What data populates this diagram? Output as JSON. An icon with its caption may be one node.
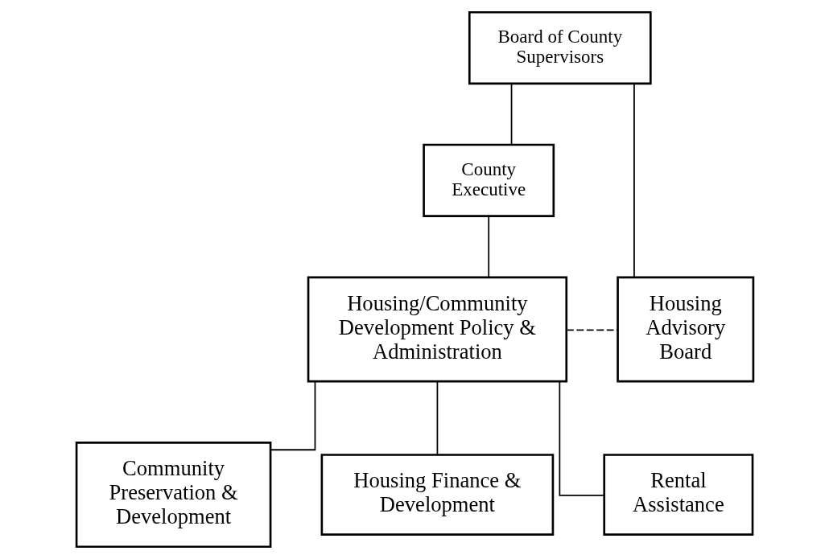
{
  "diagram": {
    "nodes": [
      {
        "text": [
          "Board of County Supervisors"
        ]
      },
      {
        "text": [
          "County Executive"
        ]
      },
      {
        "text": [
          "Housing/Community Development Policy & Administration"
        ]
      },
      {
        "text": [
          "Housing Advisory Board"
        ]
      },
      {
        "text": [
          "Community Preservation & Development"
        ]
      },
      {
        "text": [
          "Housing Finance & Development"
        ]
      },
      {
        "text": [
          "Rental Assistance"
        ]
      }
    ],
    "edges": [
      {
        "from": 0,
        "to": 1,
        "arrow": "none"
      },
      {
        "from": 0,
        "to": 3,
        "arrow": "none"
      },
      {
        "from": 1,
        "to": 2,
        "arrow": "none"
      },
      {
        "from": 2,
        "to": 3,
        "arrow": "none",
        "style": "dashed"
      },
      {
        "from": 2,
        "to": 4,
        "arrow": "none"
      },
      {
        "from": 2,
        "to": 5,
        "arrow": "none"
      },
      {
        "from": 2,
        "to": 6,
        "arrow": "none"
      }
    ]
  }
}
